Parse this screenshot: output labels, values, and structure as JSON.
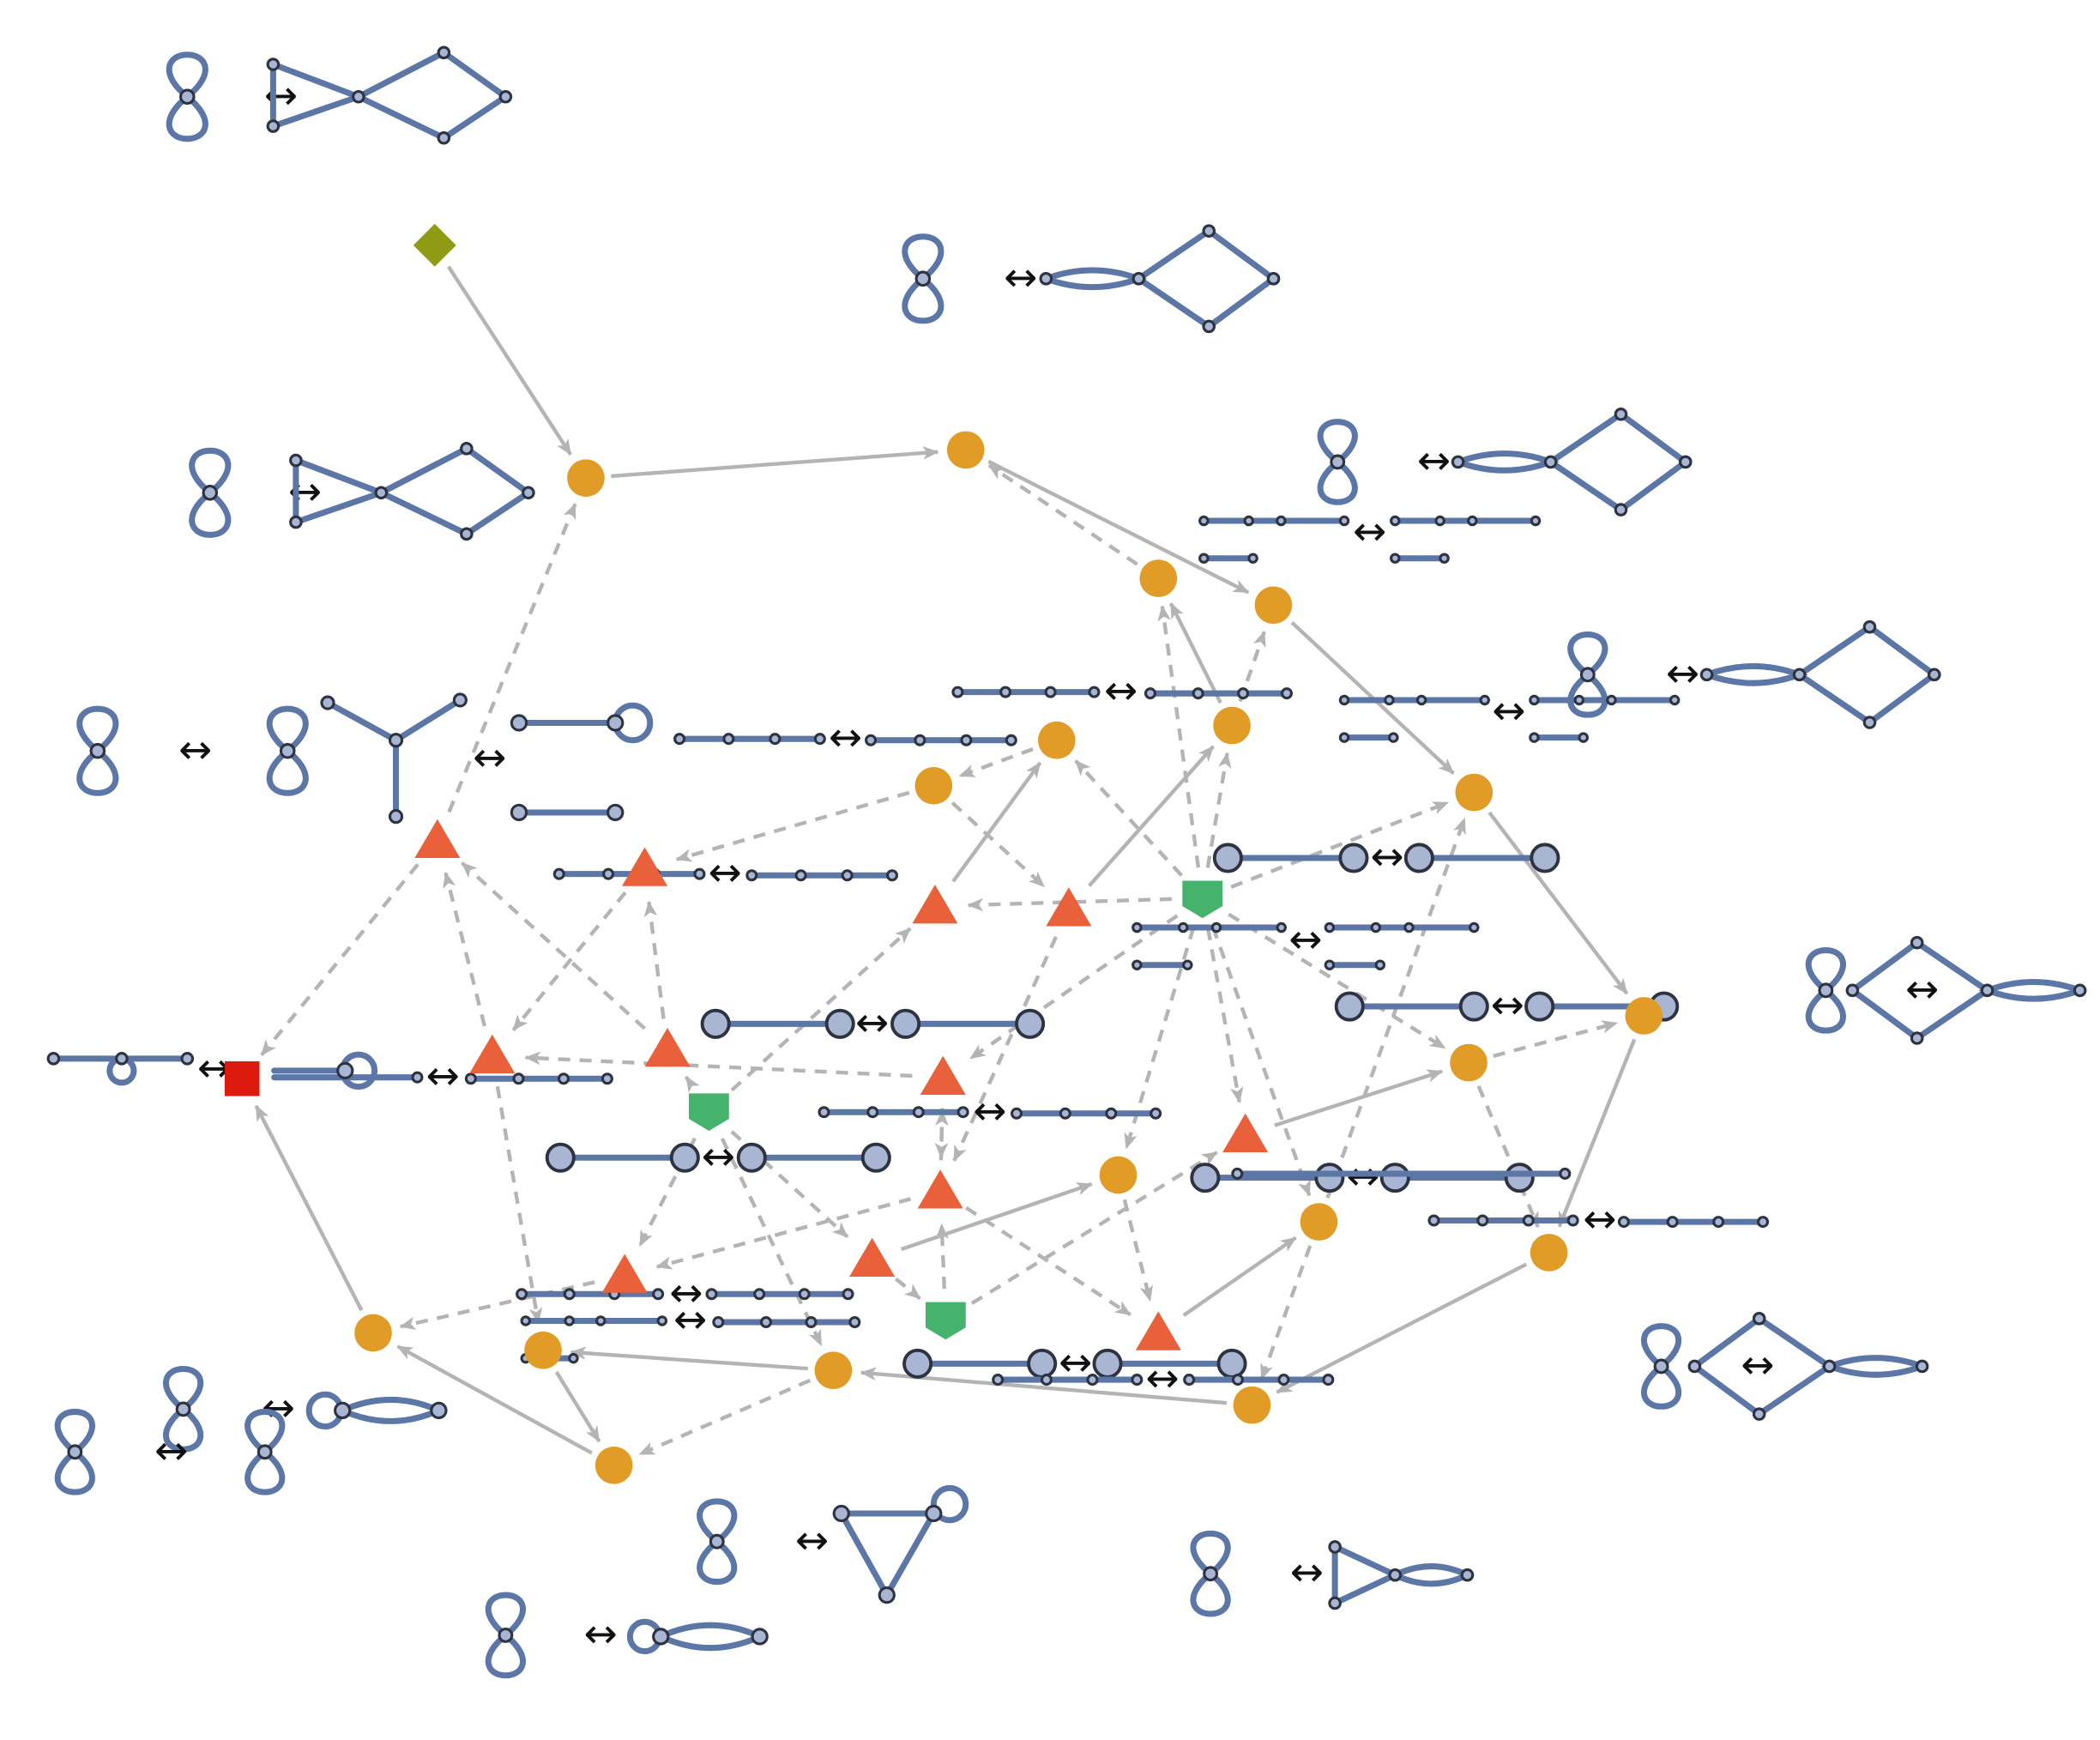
{
  "relation_symbol": "↔",
  "colors": {
    "graph_edge": "#5c76a6",
    "graph_vertex": "#a9b6d3",
    "flow_edge": "#b4b4b4",
    "circle_node": "#e09c26",
    "triangle_node": "#e8613a",
    "pentagon_node": "#46b36c",
    "square_node": "#dd1a0e",
    "diamond_node": "#8f9b12"
  },
  "node_kinds": [
    "circle",
    "triangle",
    "pentagon",
    "square",
    "diamond"
  ]
}
